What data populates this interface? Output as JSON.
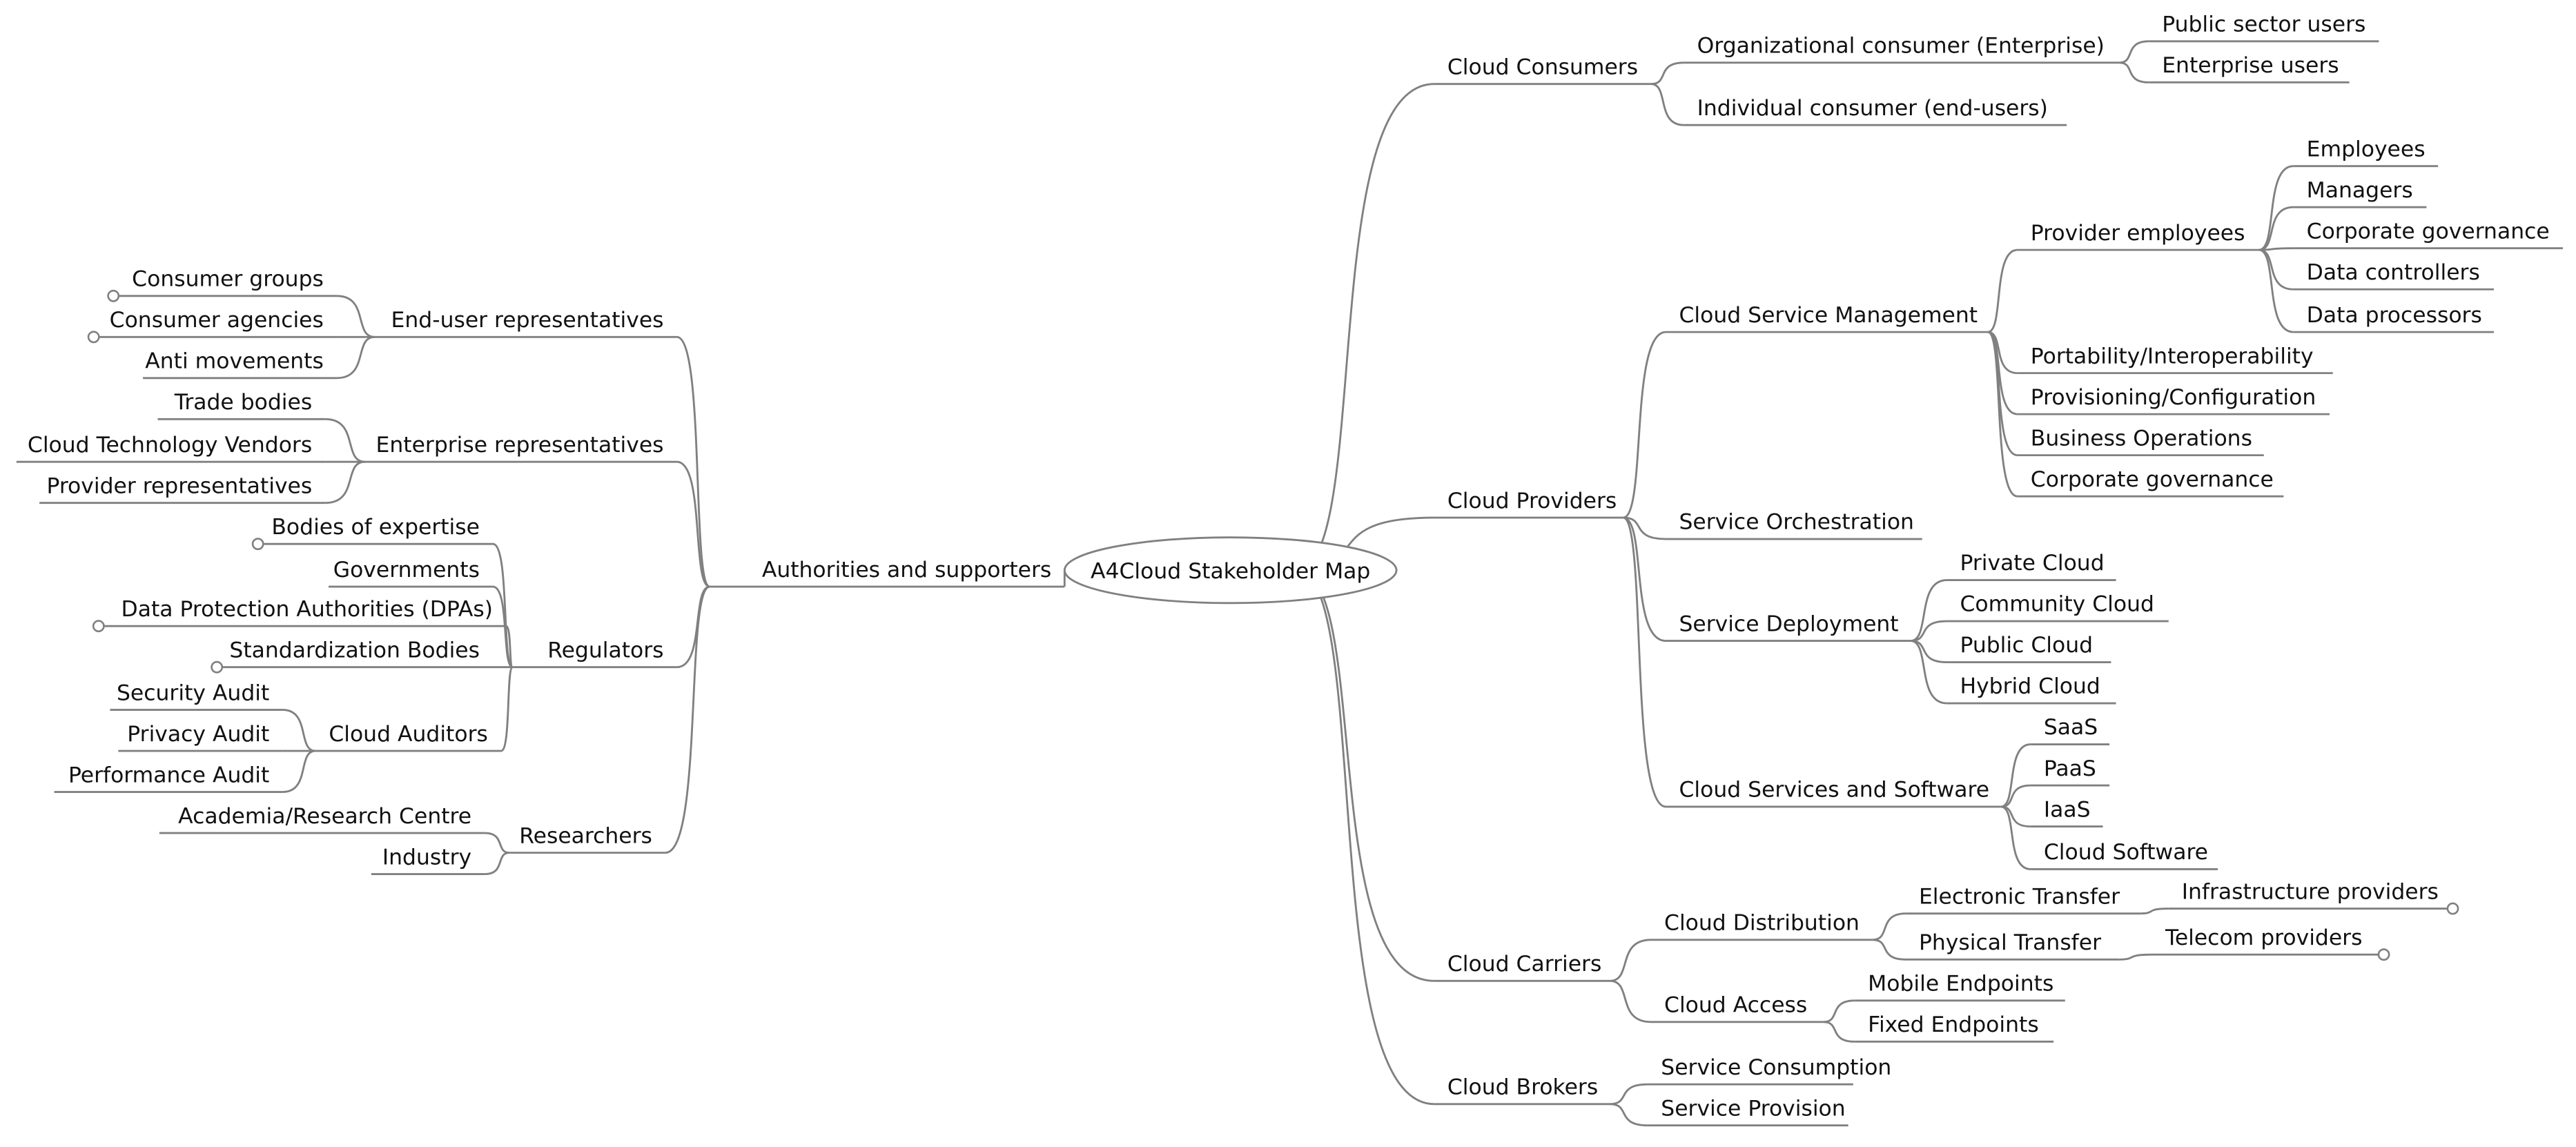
{
  "map": {
    "root": {
      "label": "A4Cloud Stakeholder Map"
    },
    "right": [
      {
        "label": "Cloud Consumers",
        "children": [
          {
            "label": "Organizational consumer (Enterprise)",
            "children": [
              {
                "label": "Public sector users"
              },
              {
                "label": "Enterprise users"
              }
            ]
          },
          {
            "label": "Individual consumer (end-users)"
          }
        ]
      },
      {
        "label": "Cloud Providers",
        "children": [
          {
            "label": "Cloud Service Management",
            "children": [
              {
                "label": "Provider employees",
                "children": [
                  {
                    "label": "Employees"
                  },
                  {
                    "label": "Managers"
                  },
                  {
                    "label": "Corporate governance"
                  },
                  {
                    "label": "Data controllers"
                  },
                  {
                    "label": "Data processors"
                  }
                ]
              },
              {
                "label": "Portability/Interoperability"
              },
              {
                "label": "Provisioning/Configuration"
              },
              {
                "label": "Business Operations"
              },
              {
                "label": "Corporate governance"
              }
            ]
          },
          {
            "label": "Service Orchestration"
          },
          {
            "label": "Service Deployment",
            "children": [
              {
                "label": "Private Cloud"
              },
              {
                "label": "Community Cloud"
              },
              {
                "label": "Public Cloud"
              },
              {
                "label": "Hybrid Cloud"
              }
            ]
          },
          {
            "label": "Cloud Services and Software",
            "children": [
              {
                "label": "SaaS"
              },
              {
                "label": "PaaS"
              },
              {
                "label": "IaaS"
              },
              {
                "label": "Cloud Software"
              }
            ]
          }
        ]
      },
      {
        "label": "Cloud Carriers",
        "children": [
          {
            "label": "Cloud Distribution",
            "children": [
              {
                "label": "Electronic Transfer",
                "children": [
                  {
                    "label": "Infrastructure providers",
                    "collapsed": true
                  }
                ]
              },
              {
                "label": "Physical Transfer",
                "children": [
                  {
                    "label": "Telecom providers",
                    "collapsed": true
                  }
                ]
              }
            ]
          },
          {
            "label": "Cloud Access",
            "children": [
              {
                "label": "Mobile Endpoints"
              },
              {
                "label": "Fixed Endpoints"
              }
            ]
          }
        ]
      },
      {
        "label": "Cloud Brokers",
        "children": [
          {
            "label": "Service Consumption"
          },
          {
            "label": "Service Provision"
          }
        ]
      }
    ],
    "left": [
      {
        "label": "Authorities and supporters",
        "children": [
          {
            "label": "End-user representatives",
            "children": [
              {
                "label": "Consumer groups",
                "collapsed": true
              },
              {
                "label": "Consumer agencies",
                "collapsed": true
              },
              {
                "label": "Anti movements"
              }
            ]
          },
          {
            "label": "Enterprise representatives",
            "children": [
              {
                "label": "Trade bodies"
              },
              {
                "label": "Cloud Technology Vendors"
              },
              {
                "label": "Provider representatives"
              }
            ]
          },
          {
            "label": "Regulators",
            "children": [
              {
                "label": "Bodies of expertise",
                "collapsed": true
              },
              {
                "label": "Governments"
              },
              {
                "label": "Data Protection Authorities (DPAs)",
                "collapsed": true
              },
              {
                "label": "Standardization Bodies",
                "collapsed": true
              },
              {
                "label": "Cloud Auditors",
                "children": [
                  {
                    "label": "Security Audit"
                  },
                  {
                    "label": "Privacy Audit"
                  },
                  {
                    "label": "Performance Audit"
                  }
                ]
              }
            ]
          },
          {
            "label": "Researchers",
            "children": [
              {
                "label": "Academia/Research Centre"
              },
              {
                "label": "Industry"
              }
            ]
          }
        ]
      }
    ]
  },
  "colors": {
    "line": "#808080",
    "text": "#111111",
    "background": "#ffffff"
  }
}
